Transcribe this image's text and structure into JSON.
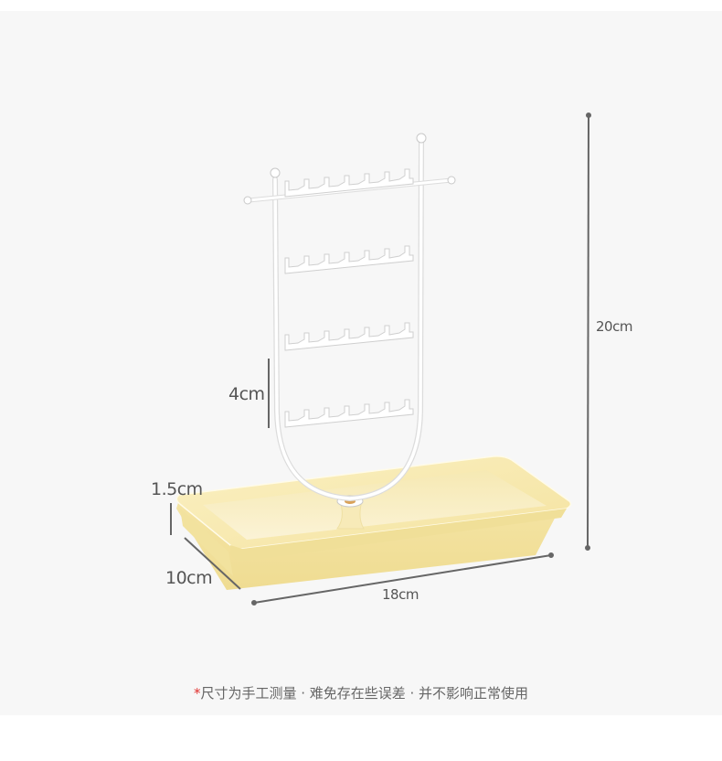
{
  "product": {
    "name": "jewelry-earring-stand-with-tray",
    "tray_color": "#f6e7a8",
    "stand_color": "#ffffff",
    "background": "#f7f7f7"
  },
  "dimensions": {
    "height": "20cm",
    "row_spacing": "4cm",
    "tray_depth": "1.5cm",
    "tray_width": "10cm",
    "tray_length": "18cm"
  },
  "note": {
    "asterisk": "*",
    "text": "尺寸为手工测量 · 难免存在些误差 · 并不影响正常使用",
    "asterisk_color": "#e0302e"
  }
}
